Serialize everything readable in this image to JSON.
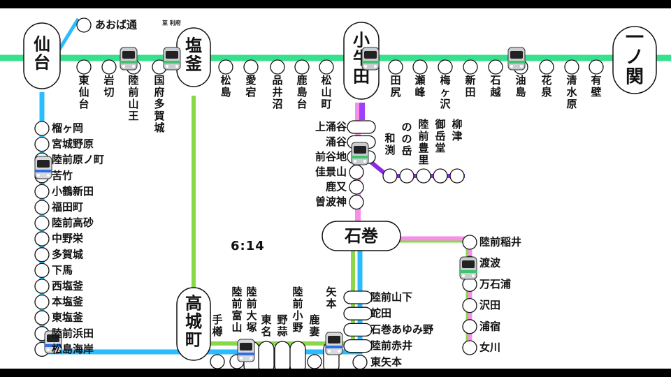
{
  "clock": "6:14",
  "direction_note": "至 利府",
  "hubs": [
    {
      "id": "sendai",
      "name": "仙台"
    },
    {
      "id": "shiogama",
      "name": "塩釜"
    },
    {
      "id": "kogota",
      "name": "小牛田"
    },
    {
      "id": "ichinoseki",
      "name": "一ノ関"
    },
    {
      "id": "ishinomaki",
      "name": "石巻"
    },
    {
      "id": "takagimachi",
      "name": "高城町"
    }
  ],
  "tohoku_stations": [
    "東仙台",
    "岩切",
    "陸前山王",
    "国府多賀城",
    "松島",
    "愛宕",
    "品井沼",
    "鹿島台",
    "松山町",
    "田尻",
    "瀬峰",
    "梅ヶ沢",
    "新田",
    "石越",
    "油島",
    "花泉",
    "清水原",
    "有壁"
  ],
  "aoba_station": "あおば通",
  "senseki_left": [
    "榴ヶ岡",
    "宮城野原",
    "陸前原ノ町",
    "苦竹",
    "小鶴新田",
    "福田町",
    "陸前高砂",
    "中野栄",
    "多賀城",
    "下馬",
    "西塩釜",
    "本塩釜",
    "東塩釜",
    "陸前浜田",
    "松島海岸"
  ],
  "senseki_bottom": [
    "手樽",
    "陸前富山",
    "陸前大塚",
    "東名",
    "野蒜",
    "陸前小野",
    "鹿妻",
    "矢本"
  ],
  "senseki_right": [
    "陸前山下",
    "蛇田",
    "石巻あゆみ野",
    "陸前赤井",
    "東矢本"
  ],
  "ishinomaki_line": [
    "上涌谷",
    "涌谷",
    "前谷地",
    "佳景山",
    "鹿又",
    "曽波神"
  ],
  "rikuu_east": [
    "和渕",
    "のの岳",
    "陸前豊里",
    "御岳堂",
    "柳津"
  ],
  "onagawa_line": [
    "陸前稲井",
    "渡波",
    "万石浦",
    "沢田",
    "浦宿",
    "女川"
  ]
}
